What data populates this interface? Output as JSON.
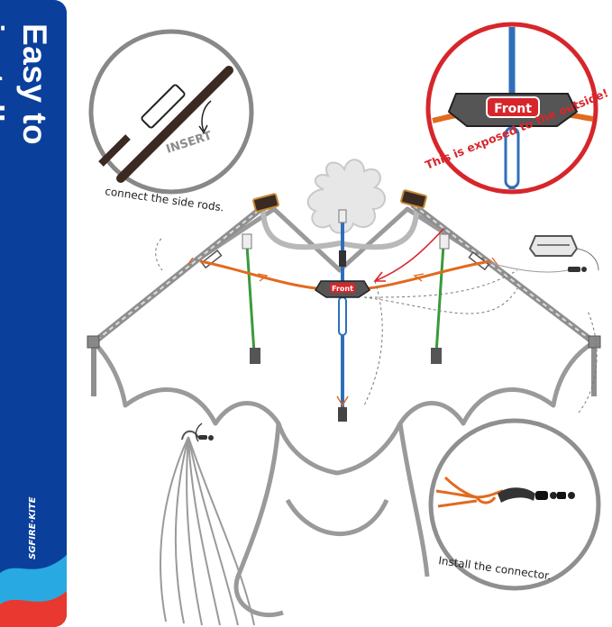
{
  "sidebar": {
    "title": "Easy to install",
    "brand": "SGFIRE·KITE",
    "colors": {
      "background": "#0a3f9c",
      "wave_light": "#29a9e1",
      "wave_red": "#e8382f"
    }
  },
  "callouts": {
    "insert_label": "INSERT",
    "side_rods_caption": "connect the side rods.",
    "front_label": "Front",
    "exposed_caption": "This is exposed to the outside!",
    "connector_caption": "Install the connector.",
    "center_front_label": "Front"
  },
  "colors": {
    "outline": "#8c8c8c",
    "spar_center": "#2f6fba",
    "spar_side": "#3a9a3a",
    "spreader": "#e26a1e",
    "warning_red": "#d7262b",
    "rod_dark": "#3a2a22"
  },
  "icons": [
    "insert-arrow-icon",
    "curved-arrow-icon",
    "swivel-connector-icon",
    "line-winder-icon"
  ]
}
